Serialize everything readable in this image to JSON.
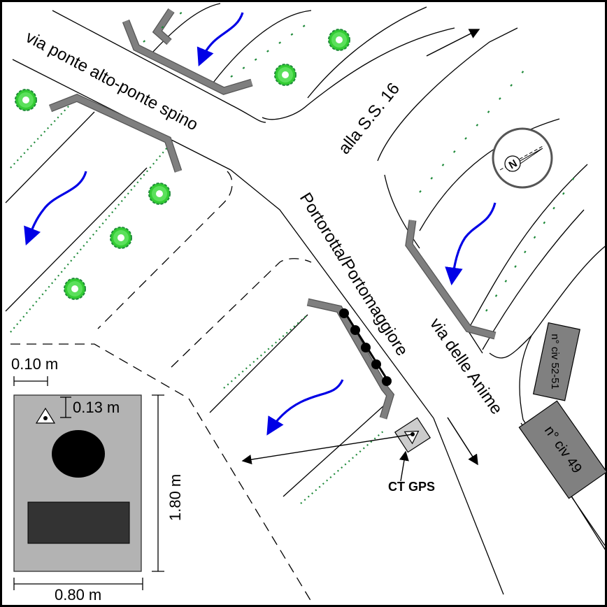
{
  "map": {
    "title": "Site plan around CT GPS station",
    "streets": {
      "via_ponte": "via ponte alto-ponte spino",
      "ss16": "alla S.S. 16",
      "portorotta": "Portorotta/Portomaggiore",
      "via_anime": "via delle Anime"
    },
    "buildings": [
      {
        "label": "n° civ 52-51"
      },
      {
        "label": "n° civ 49"
      }
    ],
    "station_label": "CT GPS",
    "compass": {
      "icon": "compass-north-icon",
      "label": "N"
    },
    "colors": {
      "flow_arrow": "#0000e6",
      "vegetation": "#1f8a3a",
      "tree": "#33cc33",
      "barrier": "#7f7f7f",
      "building": "#808080",
      "station_box": "#cccccc",
      "inset_box": "#b3b3b3",
      "inset_block": "#333333"
    }
  },
  "inset": {
    "scale_bar": "0.10 m",
    "offset": "0.13 m",
    "height": "1.80 m",
    "width": "0.80 m"
  }
}
